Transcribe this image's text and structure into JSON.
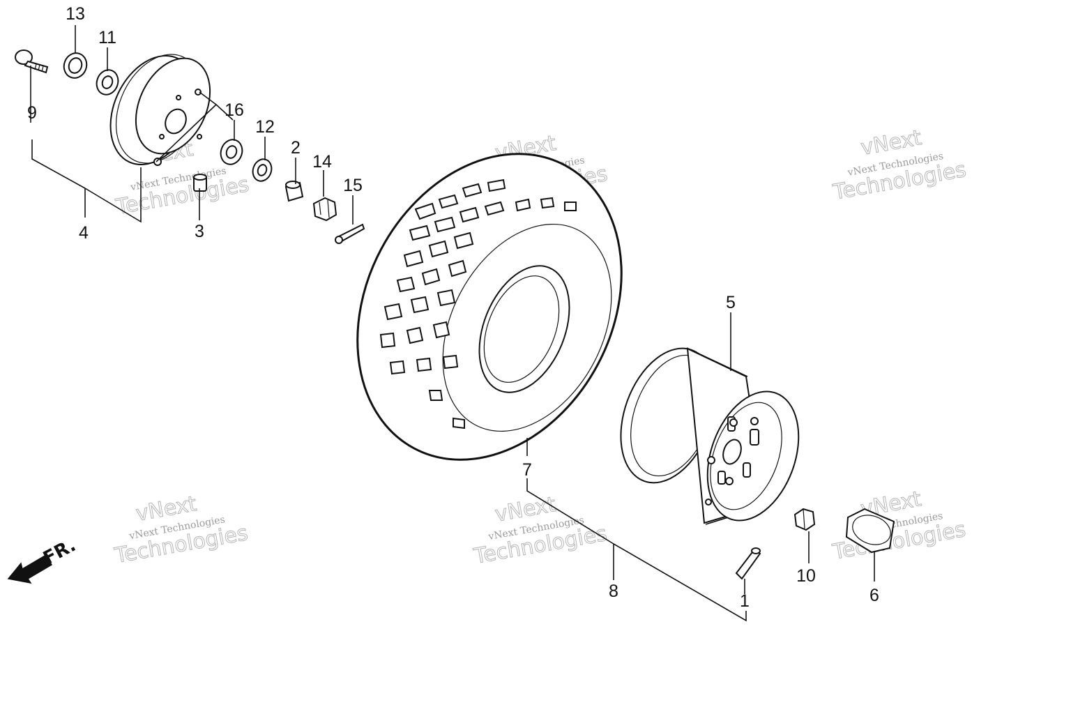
{
  "diagram": {
    "callouts": [
      {
        "id": "n1",
        "label": "1"
      },
      {
        "id": "n2",
        "label": "2"
      },
      {
        "id": "n3",
        "label": "3"
      },
      {
        "id": "n4",
        "label": "4"
      },
      {
        "id": "n5",
        "label": "5"
      },
      {
        "id": "n6",
        "label": "6"
      },
      {
        "id": "n7",
        "label": "7"
      },
      {
        "id": "n8",
        "label": "8"
      },
      {
        "id": "n9",
        "label": "9"
      },
      {
        "id": "n10",
        "label": "10"
      },
      {
        "id": "n11",
        "label": "11"
      },
      {
        "id": "n12",
        "label": "12"
      },
      {
        "id": "n13",
        "label": "13"
      },
      {
        "id": "n14",
        "label": "14"
      },
      {
        "id": "n15",
        "label": "15"
      },
      {
        "id": "n16",
        "label": "16"
      }
    ],
    "direction_label": "FR.",
    "watermark": {
      "line1": "vNext",
      "line2": "vNext Technologies",
      "line3": "Technologies"
    }
  }
}
